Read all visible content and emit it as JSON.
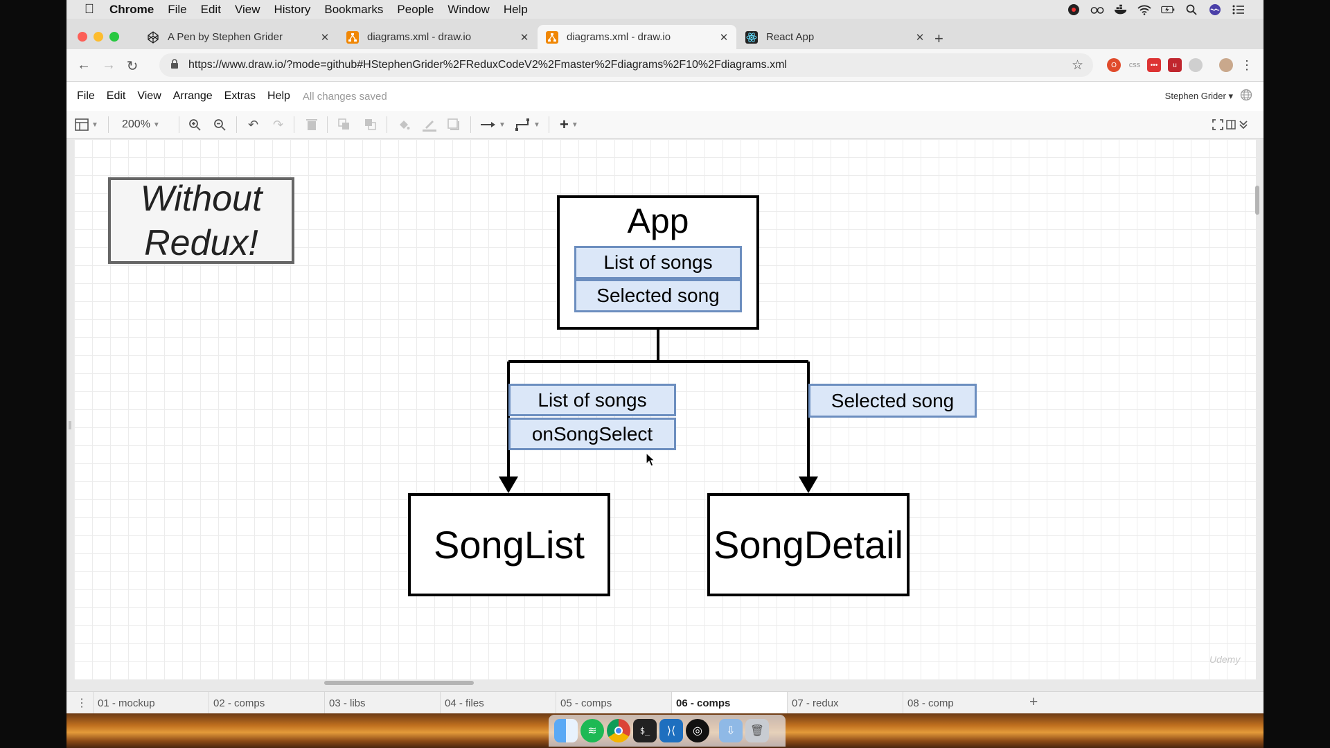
{
  "menubar": {
    "app": "Chrome",
    "items": [
      "File",
      "Edit",
      "View",
      "History",
      "Bookmarks",
      "People",
      "Window",
      "Help"
    ]
  },
  "tabs": [
    {
      "title": "A Pen by Stephen Grider",
      "icon": "codepen-icon"
    },
    {
      "title": "diagrams.xml - draw.io",
      "icon": "drawio-icon"
    },
    {
      "title": "diagrams.xml - draw.io",
      "icon": "drawio-icon",
      "active": true
    },
    {
      "title": "React App",
      "icon": "react-icon"
    }
  ],
  "address": {
    "url": "https://www.draw.io/?mode=github#HStephenGrider%2FReduxCodeV2%2Fmaster%2Fdiagrams%2F10%2Fdiagrams.xml"
  },
  "drawio": {
    "menus": [
      "File",
      "Edit",
      "View",
      "Arrange",
      "Extras",
      "Help"
    ],
    "status": "All changes saved",
    "user": "Stephen Grider",
    "zoom": "200%"
  },
  "diagram": {
    "label_note": "Without\nRedux!",
    "app": {
      "title": "App",
      "props": [
        "List of songs",
        "Selected song"
      ]
    },
    "left_props": [
      "List of songs",
      "onSongSelect"
    ],
    "right_props": [
      "Selected song"
    ],
    "children": [
      "SongList",
      "SongDetail"
    ]
  },
  "pages": [
    {
      "label": "01 - mockup"
    },
    {
      "label": "02 - comps"
    },
    {
      "label": "03 - libs"
    },
    {
      "label": "04 - files"
    },
    {
      "label": "05 - comps"
    },
    {
      "label": "06 - comps",
      "active": true
    },
    {
      "label": "07 - redux"
    },
    {
      "label": "08 - comp"
    }
  ],
  "watermark": "Udemy",
  "colors": {
    "prop_fill": "#dbe7f8",
    "prop_border": "#6c8ebf",
    "note_fill": "#f5f5f5",
    "note_border": "#666666"
  }
}
